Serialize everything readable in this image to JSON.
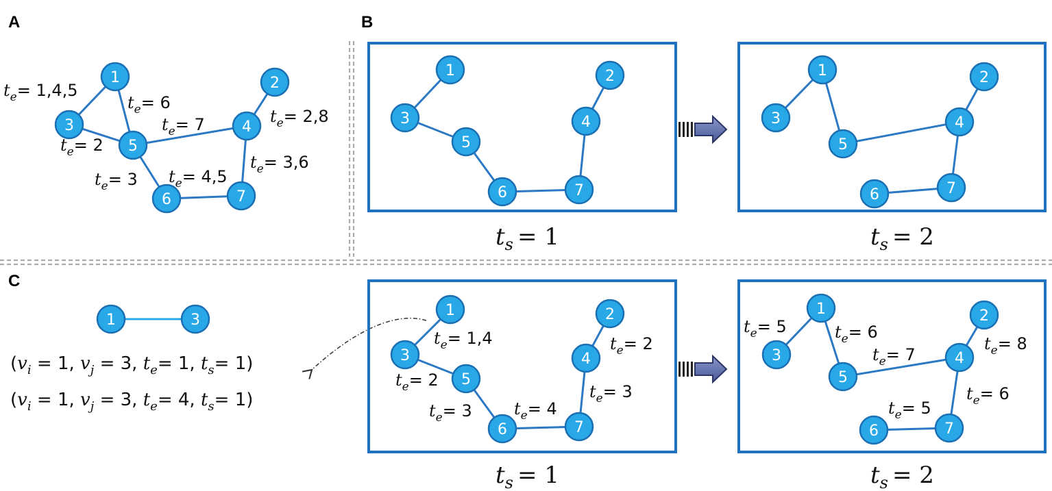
{
  "panels": {
    "a": "A",
    "b": "B",
    "c": "C"
  },
  "node_labels": [
    "1",
    "2",
    "3",
    "4",
    "5",
    "6",
    "7"
  ],
  "te_symbol": "t",
  "te_sub": "e",
  "ts_symbol": "t",
  "ts_sub": "s",
  "panel_a": {
    "edge_labels": {
      "e13": "= 1,4,5",
      "e15": "= 6",
      "e35": "= 2",
      "e54": "= 7",
      "e42": "= 2,8",
      "e47": "= 3,6",
      "e56": "= 3",
      "e67": "= 4,5"
    }
  },
  "panel_b": {
    "left_caption": "= 1",
    "right_caption": "= 2"
  },
  "panel_c": {
    "example_edge": [
      "1",
      "3"
    ],
    "tuple1": {
      "open": "(",
      "vi": "v",
      "vi_sub": "i",
      "vi_val": " = 1, ",
      "vj": "v",
      "vj_sub": "j",
      "vj_val": " = 3, ",
      "te": "t",
      "te_sub": "e",
      "te_val": "= 1, ",
      "ts": "t",
      "ts_sub": "s",
      "ts_val": "= 1)"
    },
    "tuple2": {
      "open": "(",
      "vi": "v",
      "vi_sub": "i",
      "vi_val": " = 1, ",
      "vj": "v",
      "vj_sub": "j",
      "vj_val": " = 3, ",
      "te": "t",
      "te_sub": "e",
      "te_val": "= 4, ",
      "ts": "t",
      "ts_sub": "s",
      "ts_val": "= 1)"
    },
    "left_edge_labels": {
      "e13": "= 1,4",
      "e35": "= 2",
      "e42": "= 2",
      "e47": "= 3",
      "e56": "= 3",
      "e67": "= 4"
    },
    "right_edge_labels": {
      "e13": "= 5",
      "e15": "= 6",
      "e54": "= 7",
      "e42": "= 8",
      "e47": "= 6",
      "e67": "= 5"
    },
    "left_caption": "= 1",
    "right_caption": "= 2"
  }
}
